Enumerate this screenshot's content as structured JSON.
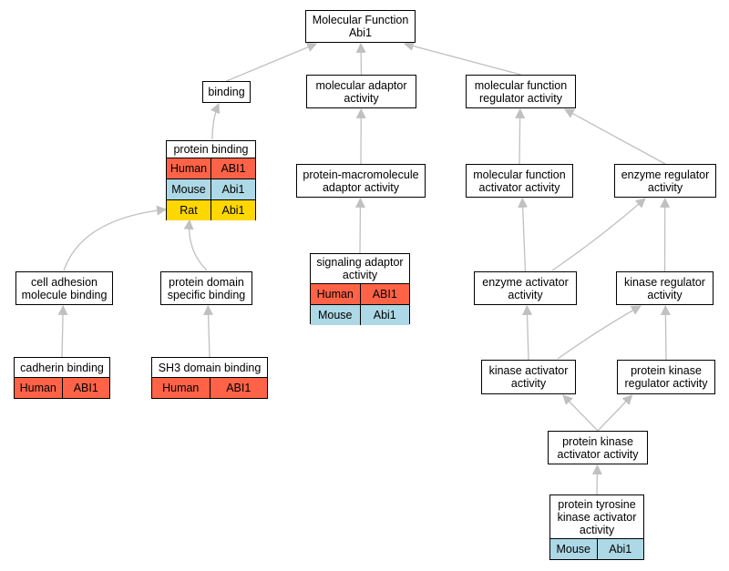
{
  "colors": {
    "human": "#ff6347",
    "mouse": "#add8e6",
    "rat": "#ffd700",
    "edge": "#c0c0c0",
    "border": "#000000"
  },
  "nodes": {
    "mf_root": {
      "label": "Molecular Function\nAbi1",
      "annotations": []
    },
    "binding": {
      "label": "binding",
      "annotations": []
    },
    "molecular_adaptor": {
      "label": "molecular adaptor\nactivity",
      "annotations": []
    },
    "mf_regulator": {
      "label": "molecular function\nregulator activity",
      "annotations": []
    },
    "protein_binding": {
      "label": "protein binding",
      "annotations": [
        {
          "species": "Human",
          "gene": "ABI1",
          "color": "human"
        },
        {
          "species": "Mouse",
          "gene": "Abi1",
          "color": "mouse"
        },
        {
          "species": "Rat",
          "gene": "Abi1",
          "color": "rat"
        }
      ]
    },
    "protein_macromolecule_adaptor": {
      "label": "protein-macromolecule\nadaptor activity",
      "annotations": []
    },
    "mf_activator": {
      "label": "molecular function\nactivator activity",
      "annotations": []
    },
    "enzyme_regulator": {
      "label": "enzyme regulator\nactivity",
      "annotations": []
    },
    "signaling_adaptor": {
      "label": "signaling adaptor\nactivity",
      "annotations": [
        {
          "species": "Human",
          "gene": "ABI1",
          "color": "human"
        },
        {
          "species": "Mouse",
          "gene": "Abi1",
          "color": "mouse"
        }
      ]
    },
    "cell_adhesion_binding": {
      "label": "cell adhesion\nmolecule binding",
      "annotations": []
    },
    "protein_domain_binding": {
      "label": "protein domain\nspecific binding",
      "annotations": []
    },
    "enzyme_activator": {
      "label": "enzyme activator\nactivity",
      "annotations": []
    },
    "kinase_regulator": {
      "label": "kinase regulator\nactivity",
      "annotations": []
    },
    "cadherin_binding": {
      "label": "cadherin binding",
      "annotations": [
        {
          "species": "Human",
          "gene": "ABI1",
          "color": "human"
        }
      ]
    },
    "sh3_domain_binding": {
      "label": "SH3 domain binding",
      "annotations": [
        {
          "species": "Human",
          "gene": "ABI1",
          "color": "human"
        }
      ]
    },
    "kinase_activator": {
      "label": "kinase activator\nactivity",
      "annotations": []
    },
    "protein_kinase_regulator": {
      "label": "protein kinase\nregulator activity",
      "annotations": []
    },
    "protein_kinase_activator": {
      "label": "protein kinase\nactivator activity",
      "annotations": []
    },
    "protein_tyrosine_kinase_activator": {
      "label": "protein tyrosine\nkinase activator\nactivity",
      "annotations": [
        {
          "species": "Mouse",
          "gene": "Abi1",
          "color": "mouse"
        }
      ]
    }
  },
  "edges": [
    {
      "from": "binding",
      "to": "mf_root"
    },
    {
      "from": "molecular_adaptor",
      "to": "mf_root"
    },
    {
      "from": "mf_regulator",
      "to": "mf_root"
    },
    {
      "from": "protein_binding",
      "to": "binding"
    },
    {
      "from": "protein_macromolecule_adaptor",
      "to": "molecular_adaptor"
    },
    {
      "from": "mf_activator",
      "to": "mf_regulator"
    },
    {
      "from": "enzyme_regulator",
      "to": "mf_regulator"
    },
    {
      "from": "signaling_adaptor",
      "to": "protein_macromolecule_adaptor"
    },
    {
      "from": "cell_adhesion_binding",
      "to": "protein_binding"
    },
    {
      "from": "protein_domain_binding",
      "to": "protein_binding"
    },
    {
      "from": "enzyme_activator",
      "to": "mf_activator"
    },
    {
      "from": "enzyme_activator",
      "to": "enzyme_regulator"
    },
    {
      "from": "kinase_regulator",
      "to": "enzyme_regulator"
    },
    {
      "from": "cadherin_binding",
      "to": "cell_adhesion_binding"
    },
    {
      "from": "sh3_domain_binding",
      "to": "protein_domain_binding"
    },
    {
      "from": "kinase_activator",
      "to": "enzyme_activator"
    },
    {
      "from": "kinase_activator",
      "to": "kinase_regulator"
    },
    {
      "from": "protein_kinase_regulator",
      "to": "kinase_regulator"
    },
    {
      "from": "protein_kinase_activator",
      "to": "kinase_activator"
    },
    {
      "from": "protein_kinase_activator",
      "to": "protein_kinase_regulator"
    },
    {
      "from": "protein_tyrosine_kinase_activator",
      "to": "protein_kinase_activator"
    }
  ]
}
